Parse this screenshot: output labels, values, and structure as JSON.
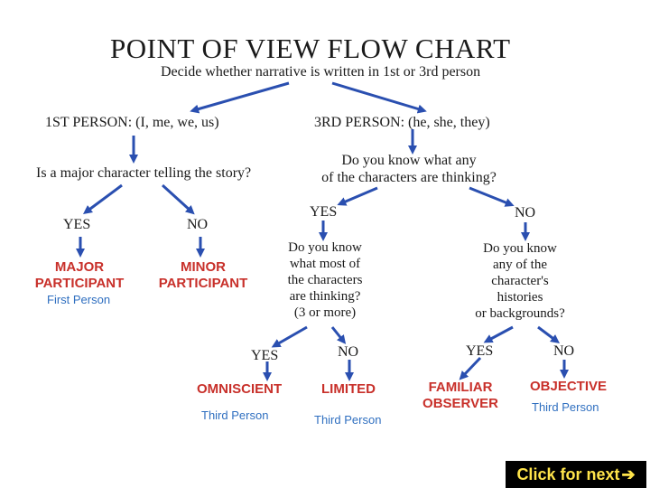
{
  "title": "POINT OF VIEW FLOW CHART",
  "subtitle": "Decide whether narrative is written in 1st or 3rd person",
  "first_person": {
    "label": "1ST PERSON: (I, me, we, us)",
    "question": "Is a major character telling the story?",
    "yes": "YES",
    "no": "NO",
    "major": [
      "MAJOR",
      "PARTICIPANT"
    ],
    "minor": [
      "MINOR",
      "PARTICIPANT"
    ],
    "note": "First Person"
  },
  "third_person": {
    "label": "3RD PERSON: (he, she, they)",
    "question": [
      "Do you know what any",
      "of the characters are thinking?"
    ],
    "yes": "YES",
    "no": "NO",
    "yes_question": [
      "Do you know",
      "what most of",
      "the characters",
      "are thinking?",
      "(3 or more)"
    ],
    "no_question": [
      "Do you know",
      "any of the",
      "character's",
      "histories",
      "or backgrounds?"
    ],
    "yes2": "YES",
    "no2": "NO",
    "yes3": "YES",
    "no3": "NO",
    "omniscient": "OMNISCIENT",
    "limited": "LIMITED",
    "familiar": [
      "FAMILIAR",
      "OBSERVER"
    ],
    "objective": "OBJECTIVE",
    "note": "Third Person"
  },
  "button": {
    "label": "Click for next",
    "icon": "arrow-right-icon",
    "bg": "#000000",
    "fg": "#ffe44a"
  }
}
